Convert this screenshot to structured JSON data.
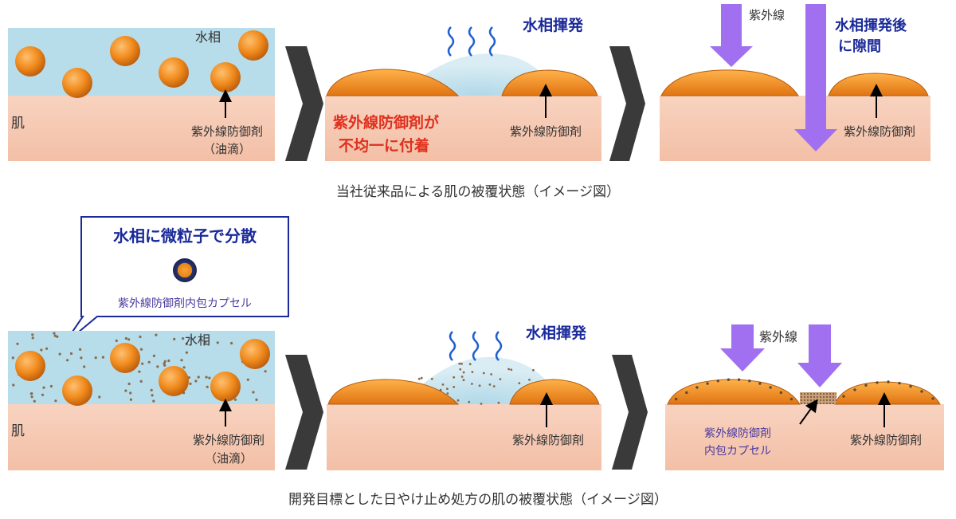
{
  "colors": {
    "skin": "#f6c8b3",
    "skin_edge": "#d9a68c",
    "water": "#b7dcea",
    "droplet": "#f08a1c",
    "droplet_dark": "#c96410",
    "chevron": "#3a3a3a",
    "uv": "#a070f0",
    "navy": "#1a2a9a",
    "red": "#e0301e",
    "dots": "#8a6a4a",
    "text": "#333333"
  },
  "top_row": {
    "panel1": {
      "water_label": "水相",
      "skin_label": "肌",
      "agent_label": "紫外線防御剤",
      "agent_sublabel": "（油滴）"
    },
    "panel2": {
      "evap_label": "水相揮発",
      "uneven_line1": "紫外線防御剤が",
      "uneven_line2": "不均一に付着",
      "agent_label": "紫外線防御剤"
    },
    "panel3": {
      "uv_label": "紫外線",
      "gap_line1": "水相揮発後",
      "gap_line2": "に隙間",
      "agent_label": "紫外線防御剤"
    },
    "caption": "当社従来品による肌の被覆状態（イメージ図）"
  },
  "bottom_row": {
    "callout": {
      "title": "水相に微粒子で分散",
      "capsule_label": "紫外線防御剤内包カプセル"
    },
    "panel1": {
      "water_label": "水相",
      "skin_label": "肌",
      "agent_label": "紫外線防御剤",
      "agent_sublabel": "（油滴）"
    },
    "panel2": {
      "evap_label": "水相揮発",
      "agent_label": "紫外線防御剤"
    },
    "panel3": {
      "uv_label": "紫外線",
      "capsule_line1": "紫外線防御剤",
      "capsule_line2": "内包カプセル",
      "agent_label": "紫外線防御剤"
    },
    "caption": "開発目標とした日やけ止め処方の肌の被覆状態（イメージ図）"
  }
}
